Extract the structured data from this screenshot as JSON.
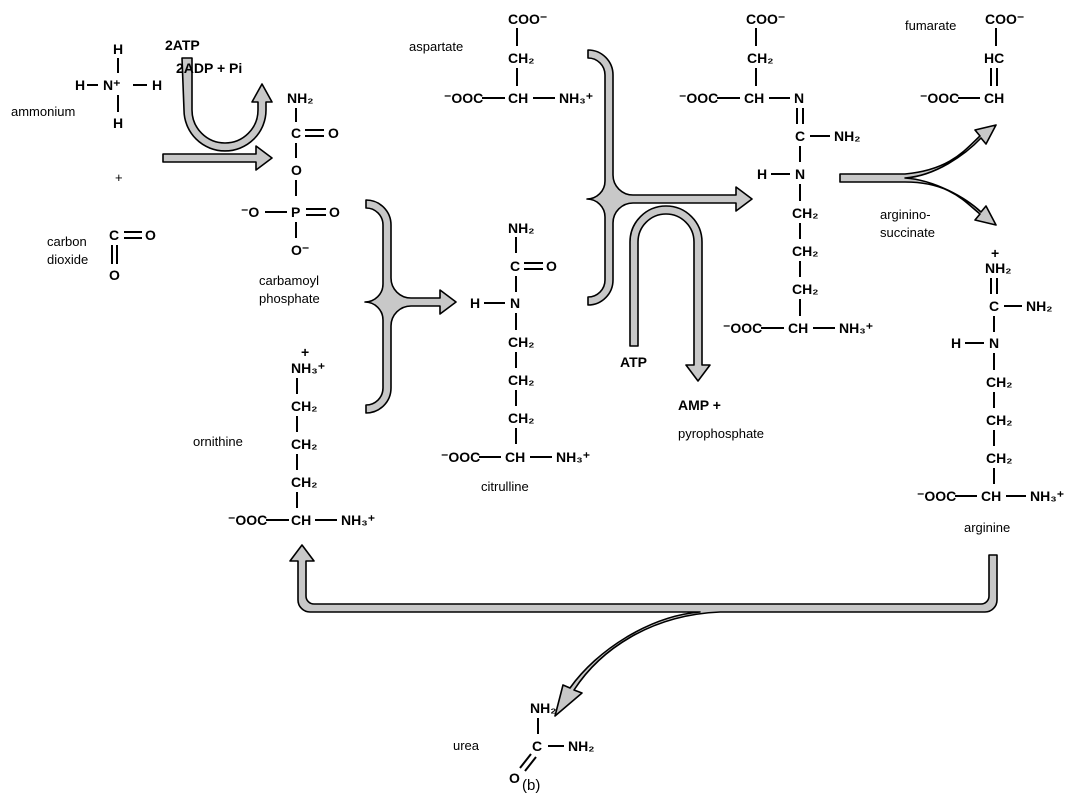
{
  "labels": {
    "ammonium": "ammonium",
    "plus": "+",
    "carbon_dioxide_1": "carbon",
    "carbon_dioxide_2": "dioxide",
    "two_atp": "2ATP",
    "two_adp": "2ADP + Pi",
    "carbamoyl_1": "carbamoyl",
    "carbamoyl_2": "phosphate",
    "ornithine": "ornithine",
    "aspartate": "aspartate",
    "citrulline": "citrulline",
    "atp": "ATP",
    "amp": "AMP +",
    "pyrophosphate": "pyrophosphate",
    "argininosuccinate_1": "arginino-",
    "argininosuccinate_2": "succinate",
    "fumarate": "fumarate",
    "arginine": "arginine",
    "urea": "urea",
    "panel": "(b)"
  },
  "atoms": {
    "H": "H",
    "N": "N",
    "N_plus": "N⁺",
    "O": "O",
    "C": "C",
    "P": "P",
    "NH2": "NH₂",
    "NH3_plus": "NH₃⁺",
    "CH": "CH",
    "CH2": "CH₂",
    "COO_minus": "COO⁻",
    "minus_OOC": "⁻OOC",
    "minus_O": "⁻O",
    "O_minus": "O⁻",
    "HC": "HC",
    "plus_sign": "+"
  }
}
